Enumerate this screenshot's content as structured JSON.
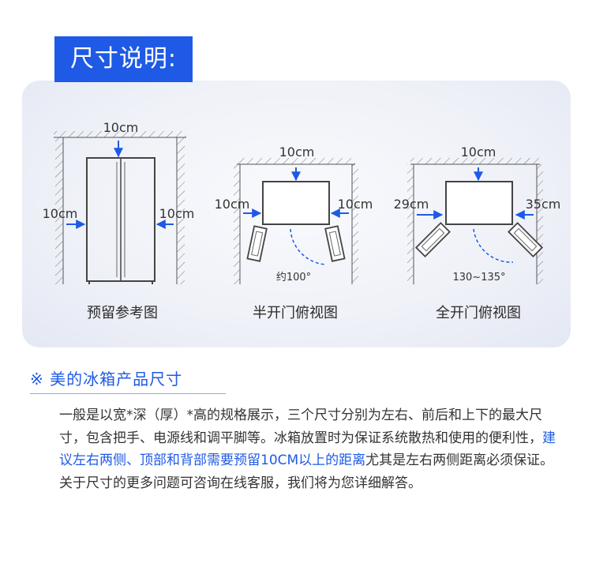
{
  "title": "尺寸说明:",
  "diagrams": {
    "reserve": {
      "top": "10cm",
      "left": "10cm",
      "right": "10cm",
      "caption": "预留参考图"
    },
    "half_open": {
      "top": "10cm",
      "left": "10cm",
      "right": "10cm",
      "angle": "约100°",
      "caption": "半开门俯视图"
    },
    "full_open": {
      "top": "10cm",
      "left": "29cm",
      "right": "35cm",
      "angle": "130~135°",
      "caption": "全开门俯视图"
    }
  },
  "section": {
    "marker": "※",
    "heading": "美的冰箱产品尺寸",
    "text_part1": "一般是以宽*深（厚）*高的规格展示，三个尺寸分别为左右、前后和上下的最大尺寸，包含把手、电源线和调平脚等。冰箱放置时为保证系统散热和使用的便利性，",
    "text_highlight": "建议左右两侧、顶部和背部需要预留10CM以上的距离",
    "text_part2": "尤其是左右两侧距离必须保证。关于尺寸的更多问题可咨询在线客服，我们将为您详细解答。"
  },
  "colors": {
    "accent": "#1e5ae6",
    "line": "#444444",
    "door": "#555555"
  }
}
